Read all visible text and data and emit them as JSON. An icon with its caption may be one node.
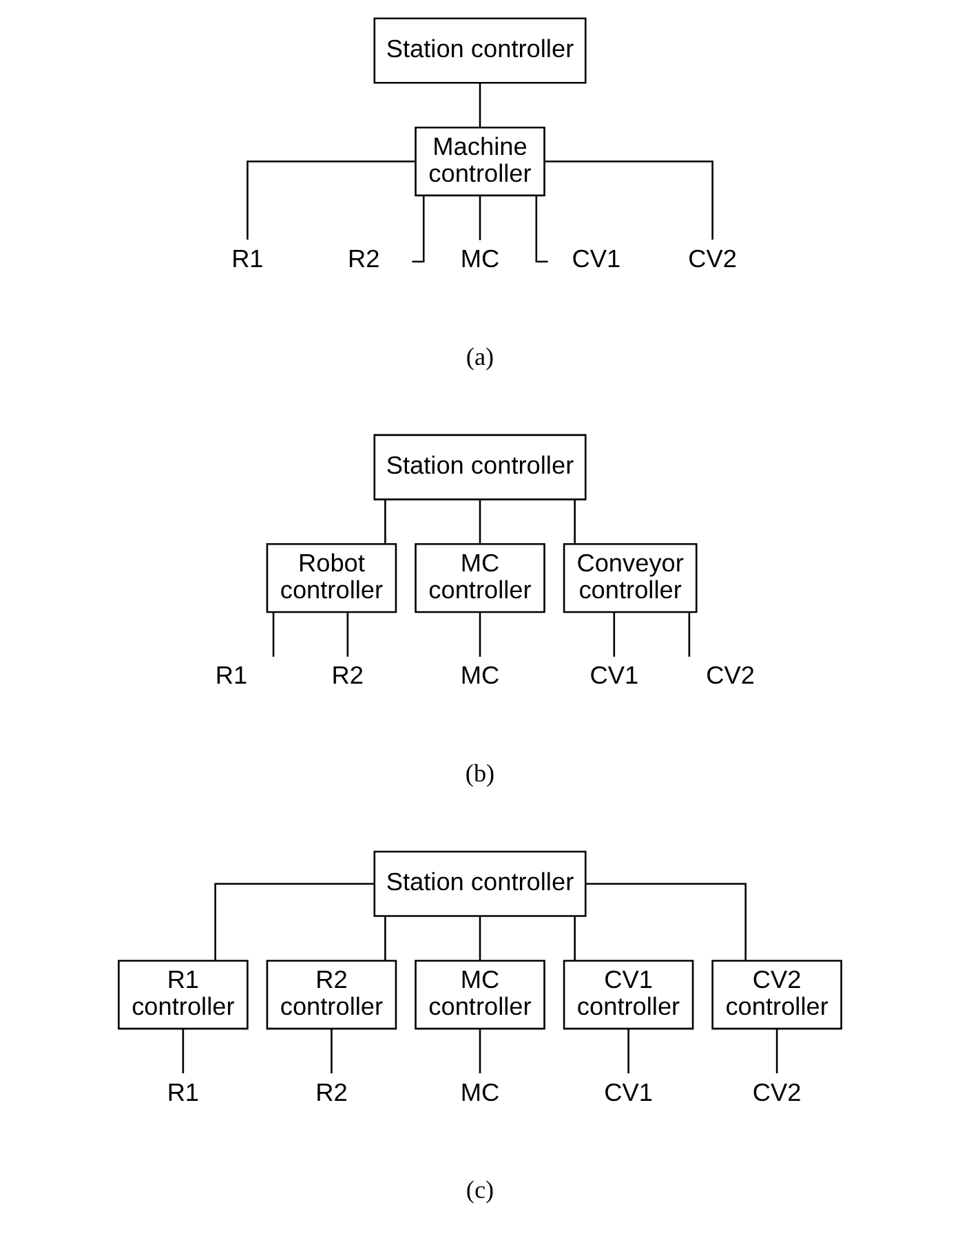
{
  "diagram": {
    "nodes": [
      {
        "text": [
          "Station controller"
        ]
      },
      {
        "text": [
          "Machine controller"
        ]
      },
      {
        "text": [
          "R1"
        ]
      },
      {
        "text": [
          "R2"
        ]
      },
      {
        "text": [
          "MC"
        ]
      },
      {
        "text": [
          "CV1"
        ]
      },
      {
        "text": [
          "CV2"
        ]
      },
      {
        "text": [
          "Station controller"
        ]
      },
      {
        "text": [
          "Robot controller"
        ]
      },
      {
        "text": [
          "MC controller"
        ]
      },
      {
        "text": [
          "Conveyor controller"
        ]
      },
      {
        "text": [
          "R1"
        ]
      },
      {
        "text": [
          "R2"
        ]
      },
      {
        "text": [
          "MC"
        ]
      },
      {
        "text": [
          "CV1"
        ]
      },
      {
        "text": [
          "CV2"
        ]
      },
      {
        "text": [
          "Station controller"
        ]
      },
      {
        "text": [
          "R1 controller"
        ]
      },
      {
        "text": [
          "R2 controller"
        ]
      },
      {
        "text": [
          "MC controller"
        ]
      },
      {
        "text": [
          "CV1 controller"
        ]
      },
      {
        "text": [
          "CV2 controller"
        ]
      },
      {
        "text": [
          "R1"
        ]
      },
      {
        "text": [
          "R2"
        ]
      },
      {
        "text": [
          "MC"
        ]
      },
      {
        "text": [
          "CV1"
        ]
      },
      {
        "text": [
          "CV2"
        ]
      }
    ],
    "edges": [
      {
        "from": 0,
        "to": 1,
        "arrow": "none"
      },
      {
        "from": 1,
        "to": 2,
        "arrow": "none"
      },
      {
        "from": 1,
        "to": 3,
        "arrow": "none"
      },
      {
        "from": 1,
        "to": 4,
        "arrow": "none"
      },
      {
        "from": 1,
        "to": 5,
        "arrow": "none"
      },
      {
        "from": 1,
        "to": 6,
        "arrow": "none"
      },
      {
        "from": 7,
        "to": 8,
        "arrow": "none"
      },
      {
        "from": 7,
        "to": 9,
        "arrow": "none"
      },
      {
        "from": 7,
        "to": 10,
        "arrow": "none"
      },
      {
        "from": 8,
        "to": 11,
        "arrow": "none"
      },
      {
        "from": 8,
        "to": 12,
        "arrow": "none"
      },
      {
        "from": 9,
        "to": 13,
        "arrow": "none"
      },
      {
        "from": 10,
        "to": 14,
        "arrow": "none"
      },
      {
        "from": 10,
        "to": 15,
        "arrow": "none"
      },
      {
        "from": 16,
        "to": 17,
        "arrow": "none"
      },
      {
        "from": 16,
        "to": 18,
        "arrow": "none"
      },
      {
        "from": 16,
        "to": 19,
        "arrow": "none"
      },
      {
        "from": 16,
        "to": 20,
        "arrow": "none"
      },
      {
        "from": 16,
        "to": 21,
        "arrow": "none"
      },
      {
        "from": 17,
        "to": 22,
        "arrow": "none"
      },
      {
        "from": 18,
        "to": 23,
        "arrow": "none"
      },
      {
        "from": 19,
        "to": 24,
        "arrow": "none"
      },
      {
        "from": 20,
        "to": 25,
        "arrow": "none"
      },
      {
        "from": 21,
        "to": 26,
        "arrow": "none"
      }
    ],
    "labels": [
      "(a)",
      "(b)",
      "(c)"
    ]
  }
}
